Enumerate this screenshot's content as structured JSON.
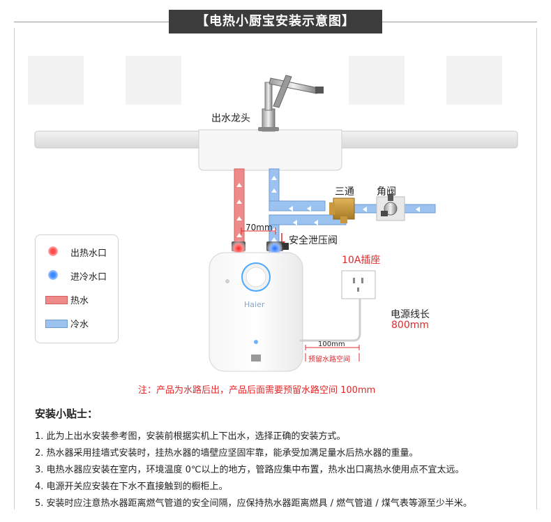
{
  "title": "【电热小厨宝安装示意图】",
  "labels": {
    "faucet": "出水龙头",
    "tee": "三通",
    "angle_valve": "角阀",
    "distance_70": "70mm",
    "safety_valve": "安全泄压阀",
    "socket": "10A插座",
    "power_cord_title": "电源线长",
    "power_cord_length": "800mm",
    "distance_100": "100mm",
    "reserve_space": "预留水路空间",
    "brand": "Haier"
  },
  "legend": {
    "hot_outlet": "出热水口",
    "cold_inlet": "进冷水口",
    "hot_water": "热水",
    "cold_water": "冷水"
  },
  "note": "注：产品为水路后出，产品后面需要预留水路空间 100mm",
  "tips": {
    "title": "安装小贴士：",
    "items": [
      "1. 此为上出水安装参考图，安装前根据实机上下出水，选择正确的安装方式。",
      "2. 热水器采用挂墙式安装时，挂热水器的墙壁应坚固牢靠，能承受加满足量水后热水器的重量。",
      "3. 电热水器应安装在室内，环境温度 0℃以上的地方，管路应集中布置，热水出口离热水使用点不宜太远。",
      "4. 电源开关应安装在下水不直接触到的橱柜上。",
      "5. 安装时应注意热水器距离燃气管道的安全间隔，应保持热水器距离燃具 / 燃气管道 / 煤气表等源至少半米。"
    ]
  },
  "colors": {
    "hot": "#ef8a8a",
    "cold": "#9cc3ef",
    "accent_red": "#e0282a",
    "title_bg": "#3c3c3c"
  }
}
